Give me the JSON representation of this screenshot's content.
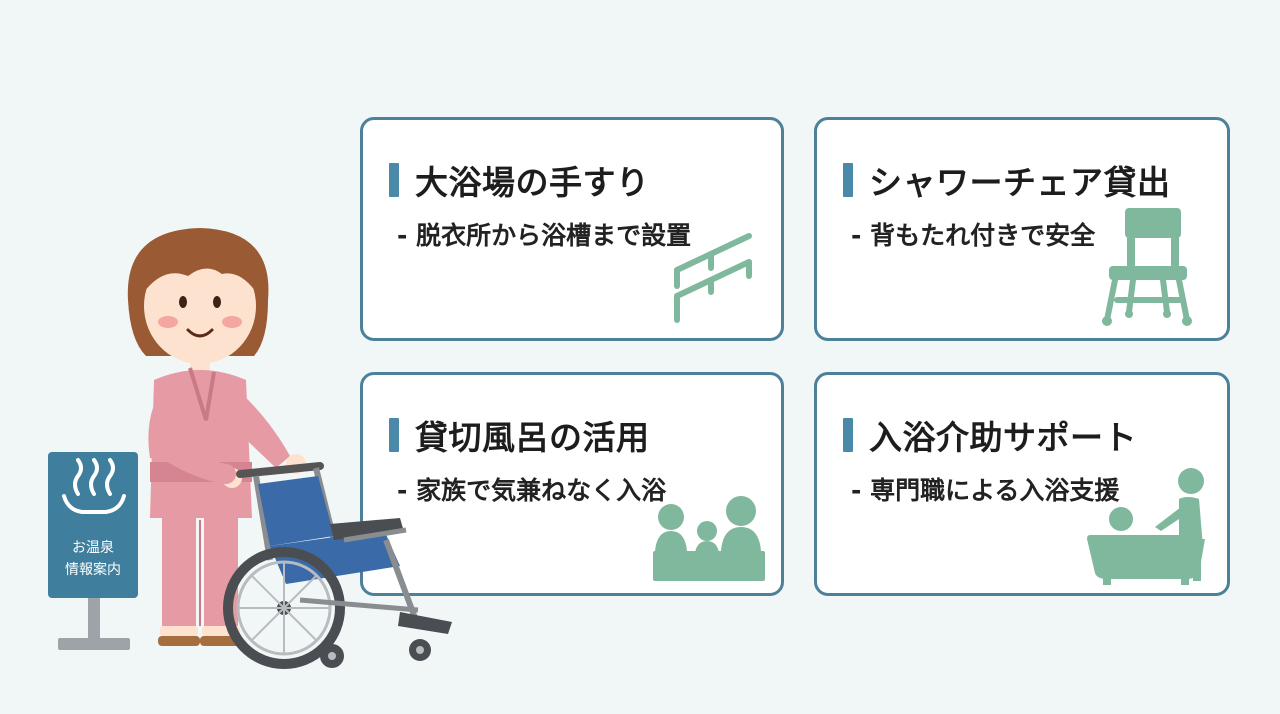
{
  "sign": {
    "line1": "お温泉",
    "line2": "情報案内",
    "icon": "hot-spring-icon"
  },
  "cards": [
    {
      "title": "大浴場の手すり",
      "desc": "- 脱衣所から浴槽まで設置",
      "icon": "handrail-icon"
    },
    {
      "title": "シャワーチェア貸出",
      "desc": "- 背もたれ付きで安全",
      "icon": "shower-chair-icon"
    },
    {
      "title": "貸切風呂の活用",
      "desc": "- 家族で気兼ねなく入浴",
      "icon": "family-bath-icon"
    },
    {
      "title": "入浴介助サポート",
      "desc": "- 専門職による入浴支援",
      "icon": "bathing-assist-icon"
    }
  ],
  "colors": {
    "card_border": "#4d8199",
    "title_bar": "#4a8aa8",
    "icon_green": "#80b89e",
    "sign_blue": "#3f7e9c",
    "background": "#f1f6f7"
  }
}
